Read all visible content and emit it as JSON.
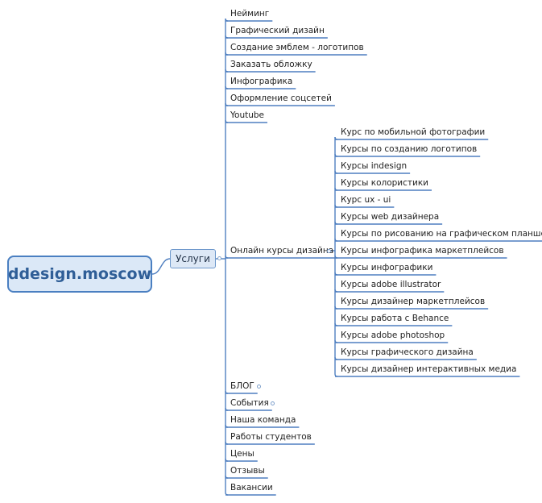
{
  "root": {
    "label": "ddesign.moscow"
  },
  "hub": {
    "label": "Услуги"
  },
  "branches": [
    {
      "label": "Нейминг"
    },
    {
      "label": "Графический дизайн"
    },
    {
      "label": "Создание эмблем - логотипов"
    },
    {
      "label": "Заказать обложку"
    },
    {
      "label": "Инфографика"
    },
    {
      "label": "Оформление соцсетей"
    },
    {
      "label": "Youtube"
    },
    {
      "label": "Онлайн курсы дизайна"
    },
    {
      "label": "БЛОГ"
    },
    {
      "label": "События"
    },
    {
      "label": "Наша команда"
    },
    {
      "label": "Работы студентов"
    },
    {
      "label": "Цены"
    },
    {
      "label": "Отзывы"
    },
    {
      "label": "Вакансии"
    }
  ],
  "courses": [
    {
      "label": "Курс по мобильной фотографии"
    },
    {
      "label": "Курсы по созданию логотипов"
    },
    {
      "label": "Курсы indesign"
    },
    {
      "label": "Курсы колористики"
    },
    {
      "label": "Курс ux - ui"
    },
    {
      "label": "Курсы web дизайнера"
    },
    {
      "label": "Курсы по рисованию на графическом планшете"
    },
    {
      "label": "Курсы инфографика маркетплейсов"
    },
    {
      "label": "Курсы инфографики"
    },
    {
      "label": "Курсы adobe illustrator"
    },
    {
      "label": "Курсы дизайнер маркетплейсов"
    },
    {
      "label": "Курсы работа с Behance"
    },
    {
      "label": "Курсы adobe photoshop"
    },
    {
      "label": "Курсы графического дизайна"
    },
    {
      "label": "Курсы дизайнер интерактивных медиа"
    }
  ],
  "colors": {
    "line": "#4f7fc0",
    "root_border": "#4a7fc1",
    "root_fill": "#dbe8f7"
  }
}
